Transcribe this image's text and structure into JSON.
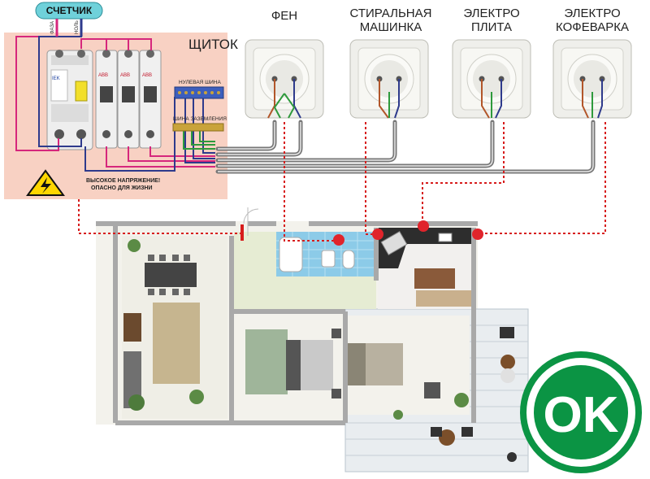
{
  "meter": {
    "label": "СЧЕТЧИК",
    "phase": "ФАЗА",
    "zero": "НОЛЬ"
  },
  "panel": {
    "title": "ЩИТОК",
    "neutral_bus": "НУЛЕВАЯ ШИНА",
    "ground_bus": "ШИНА ЗАЗЕМЛЕНИЯ",
    "warning_line1": "ВЫСОКОЕ НАПРЯЖЕНИЕ!",
    "warning_line2": "ОПАСНО ДЛЯ ЖИЗНИ",
    "breaker_brand": "ABB",
    "rcd_brand": "IEK"
  },
  "sockets": [
    {
      "line1": "ФЕН",
      "line2": ""
    },
    {
      "line1": "СТИРАЛЬНАЯ",
      "line2": "МАШИНКА"
    },
    {
      "line1": "ЭЛЕКТРО",
      "line2": "ПЛИТА"
    },
    {
      "line1": "ЭЛЕКТРО",
      "line2": "КОФЕВАРКА"
    }
  ],
  "badge": {
    "text": "OK",
    "color": "#0b9444"
  },
  "colors": {
    "panel_bg": "#f8d1c3",
    "phase": "#d6277c",
    "zero": "#2e3a8c",
    "ground": "#2e9a3c",
    "route": "#d71c1c"
  }
}
